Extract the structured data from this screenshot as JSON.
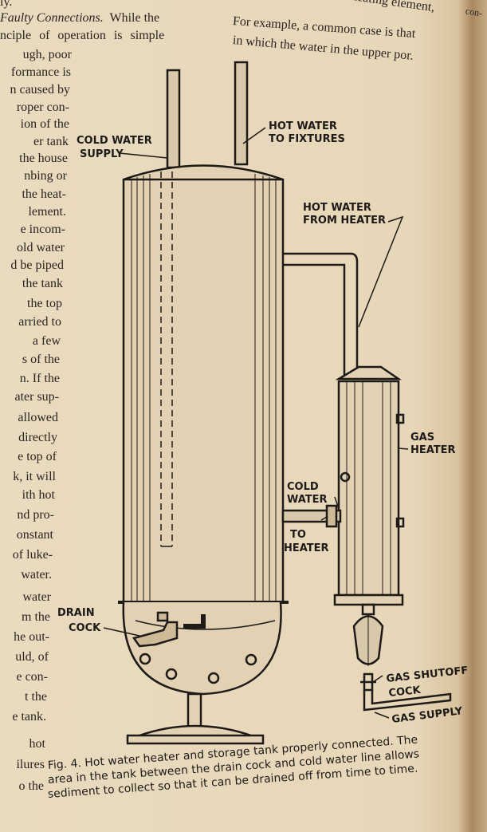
{
  "top_text": {
    "left_line0": "ly.",
    "left_line1_italic": "Faulty Connections.",
    "left_line1_rest": "While the",
    "left_line2": "nciple of operation is simple",
    "right_line0": "heating element,",
    "right_line0b": "con-",
    "right_line1": "For example, a common case is that",
    "right_line2": "in which the water in the upper por."
  },
  "left_column": [
    "ugh, poor",
    "formance is",
    "n caused by",
    "roper con-",
    "ion of the",
    "er  tank",
    "the house",
    "nbing or",
    "the heat-",
    "lement.",
    "e  incom-",
    "old water",
    "d be piped",
    "the tank",
    "the top",
    "arried to",
    "a  few",
    "s of the",
    "n. If the",
    "ater sup-",
    "allowed",
    "directly",
    "e top of",
    "k, it will",
    "ith  hot",
    "nd pro-",
    "onstant",
    "of luke-",
    "water.",
    "water",
    "m the",
    "he out-",
    "uld, of",
    "e con-",
    "t  the",
    "e tank.",
    "hot",
    "ilures",
    "o the"
  ],
  "diagram": {
    "labels": {
      "cold_water_supply_1": "COLD WATER",
      "cold_water_supply_2": "SUPPLY",
      "hot_to_fixtures_1": "HOT WATER",
      "hot_to_fixtures_2": "TO FIXTURES",
      "hot_from_heater_1": "HOT WATER",
      "hot_from_heater_2": "FROM HEATER",
      "gas_heater_1": "GAS",
      "gas_heater_2": "HEATER",
      "cold_water_1": "COLD",
      "cold_water_2": "WATER",
      "to_heater_1": "TO",
      "to_heater_2": "HEATER",
      "drain_cock_1": "DRAIN",
      "drain_cock_2": "COCK",
      "gas_shutoff_1": "GAS SHUTOFF",
      "gas_shutoff_2": "COCK",
      "gas_supply": "GAS SUPPLY"
    }
  },
  "caption": {
    "line1": "Fig. 4. Hot water heater and storage tank properly connected. The",
    "line2": "area in the tank between the drain cock and cold water line allows",
    "line3": "sediment to collect so that it can be drained off from time to time."
  }
}
